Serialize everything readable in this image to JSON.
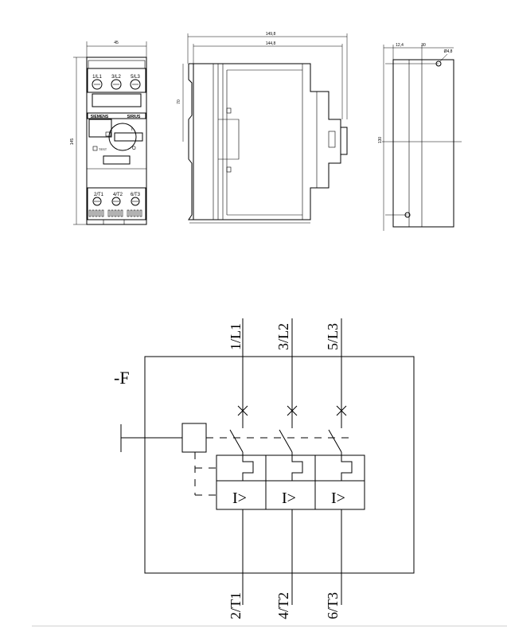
{
  "drawing": {
    "front_view": {
      "dim_width": "45",
      "dim_height": "145",
      "terminals_top": [
        "1/L1",
        "3/L2",
        "5/L3"
      ],
      "terminals_bottom": [
        "2/T1",
        "4/T2",
        "6/T3"
      ],
      "brand": "SIEMENS",
      "product": "SIRIUS",
      "marking_i": "I",
      "marking_o": "O",
      "test_label": "TEST"
    },
    "side_view": {
      "dim_total": "149,8",
      "dim_body": "144,8",
      "dim_left": "70"
    },
    "mounting_view": {
      "dim_a": "12,4",
      "dim_b": "30",
      "dim_hole": "Ø4,8",
      "dim_height": "130"
    }
  },
  "schematic": {
    "designation": "-F",
    "inputs": [
      "1/L1",
      "3/L2",
      "5/L3"
    ],
    "outputs": [
      "2/T1",
      "4/T2",
      "6/T3"
    ],
    "trip_symbol": "I>"
  }
}
